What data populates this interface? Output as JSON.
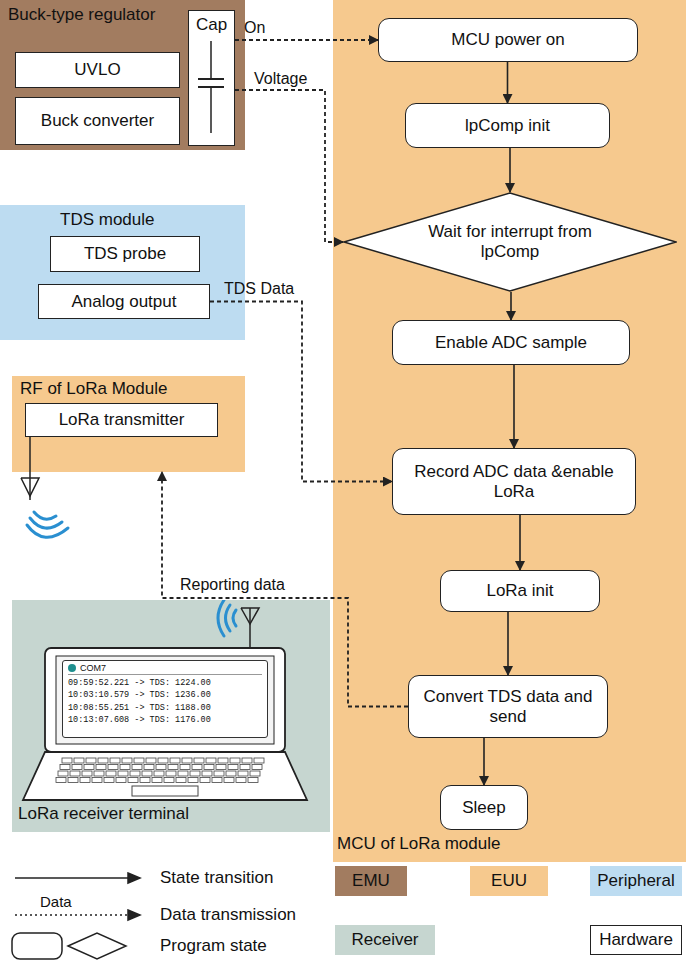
{
  "diagram": {
    "nodes": [
      {
        "text": [
          "Buck-type regulator"
        ]
      },
      {
        "text": [
          "UVLO"
        ],
        "in": 0
      },
      {
        "text": [
          "Buck converter"
        ],
        "in": 0
      },
      {
        "text": [
          "Cap"
        ],
        "in": 0
      },
      {
        "text": [
          "TDS module"
        ]
      },
      {
        "text": [
          "TDS probe"
        ],
        "in": 4
      },
      {
        "text": [
          "Analog output"
        ],
        "in": 4
      },
      {
        "text": [
          "RF of LoRa Module"
        ]
      },
      {
        "text": [
          "LoRa transmitter"
        ],
        "in": 7
      },
      {
        "text": [
          "LoRa receiver terminal"
        ]
      },
      {
        "text": [
          "COM7",
          "09:59:52.221 -> TDS: 1224.00",
          "10:03:10.579 -> TDS: 1236.00",
          "10:08:55.251 -> TDS: 1188.00",
          "10:13:07.608 -> TDS: 1176.00"
        ],
        "in": 9
      },
      {
        "text": [
          "MCU of LoRa module"
        ]
      },
      {
        "text": [
          "MCU power on"
        ],
        "in": 11
      },
      {
        "text": [
          "lpComp init"
        ],
        "in": 11
      },
      {
        "text": [
          "Wait for interrupt from lpComp"
        ],
        "in": 11
      },
      {
        "text": [
          "Enable ADC sample"
        ],
        "in": 11
      },
      {
        "text": [
          "Record ADC data &enable LoRa"
        ],
        "in": 11
      },
      {
        "text": [
          "LoRa init"
        ],
        "in": 11
      },
      {
        "text": [
          "Convert TDS data and send"
        ],
        "in": 11
      },
      {
        "text": [
          "Sleep"
        ],
        "in": 11
      }
    ],
    "edges": [
      {
        "from": 12,
        "to": 13,
        "arrow": "to"
      },
      {
        "from": 13,
        "to": 14,
        "arrow": "to"
      },
      {
        "from": 14,
        "to": 15,
        "arrow": "to"
      },
      {
        "from": 15,
        "to": 16,
        "arrow": "to"
      },
      {
        "from": 16,
        "to": 17,
        "arrow": "to"
      },
      {
        "from": 17,
        "to": 18,
        "arrow": "to"
      },
      {
        "from": 18,
        "to": 19,
        "arrow": "to"
      },
      {
        "from": 3,
        "to": 12,
        "label": "On",
        "arrow": "to"
      },
      {
        "from": 3,
        "to": 14,
        "label": "Voltage",
        "arrow": "to"
      },
      {
        "from": 6,
        "to": 16,
        "label": "TDS Data",
        "arrow": "to"
      },
      {
        "from": 18,
        "to": 7,
        "label": "Reporting data",
        "arrow": "to"
      }
    ],
    "labels": [
      "Data"
    ],
    "legend": [
      {
        "text": "State transition"
      },
      {
        "text": "Data transmission"
      },
      {
        "text": "Program state"
      },
      {
        "text": "EMU",
        "color": "#a27c60"
      },
      {
        "text": "EUU",
        "color": "#f6c98e"
      },
      {
        "text": "Peripheral",
        "color": "#bddcf1"
      },
      {
        "text": "Receiver",
        "color": "#c6d6d0"
      },
      {
        "text": "Hardware",
        "color": "#ffffff"
      }
    ]
  }
}
